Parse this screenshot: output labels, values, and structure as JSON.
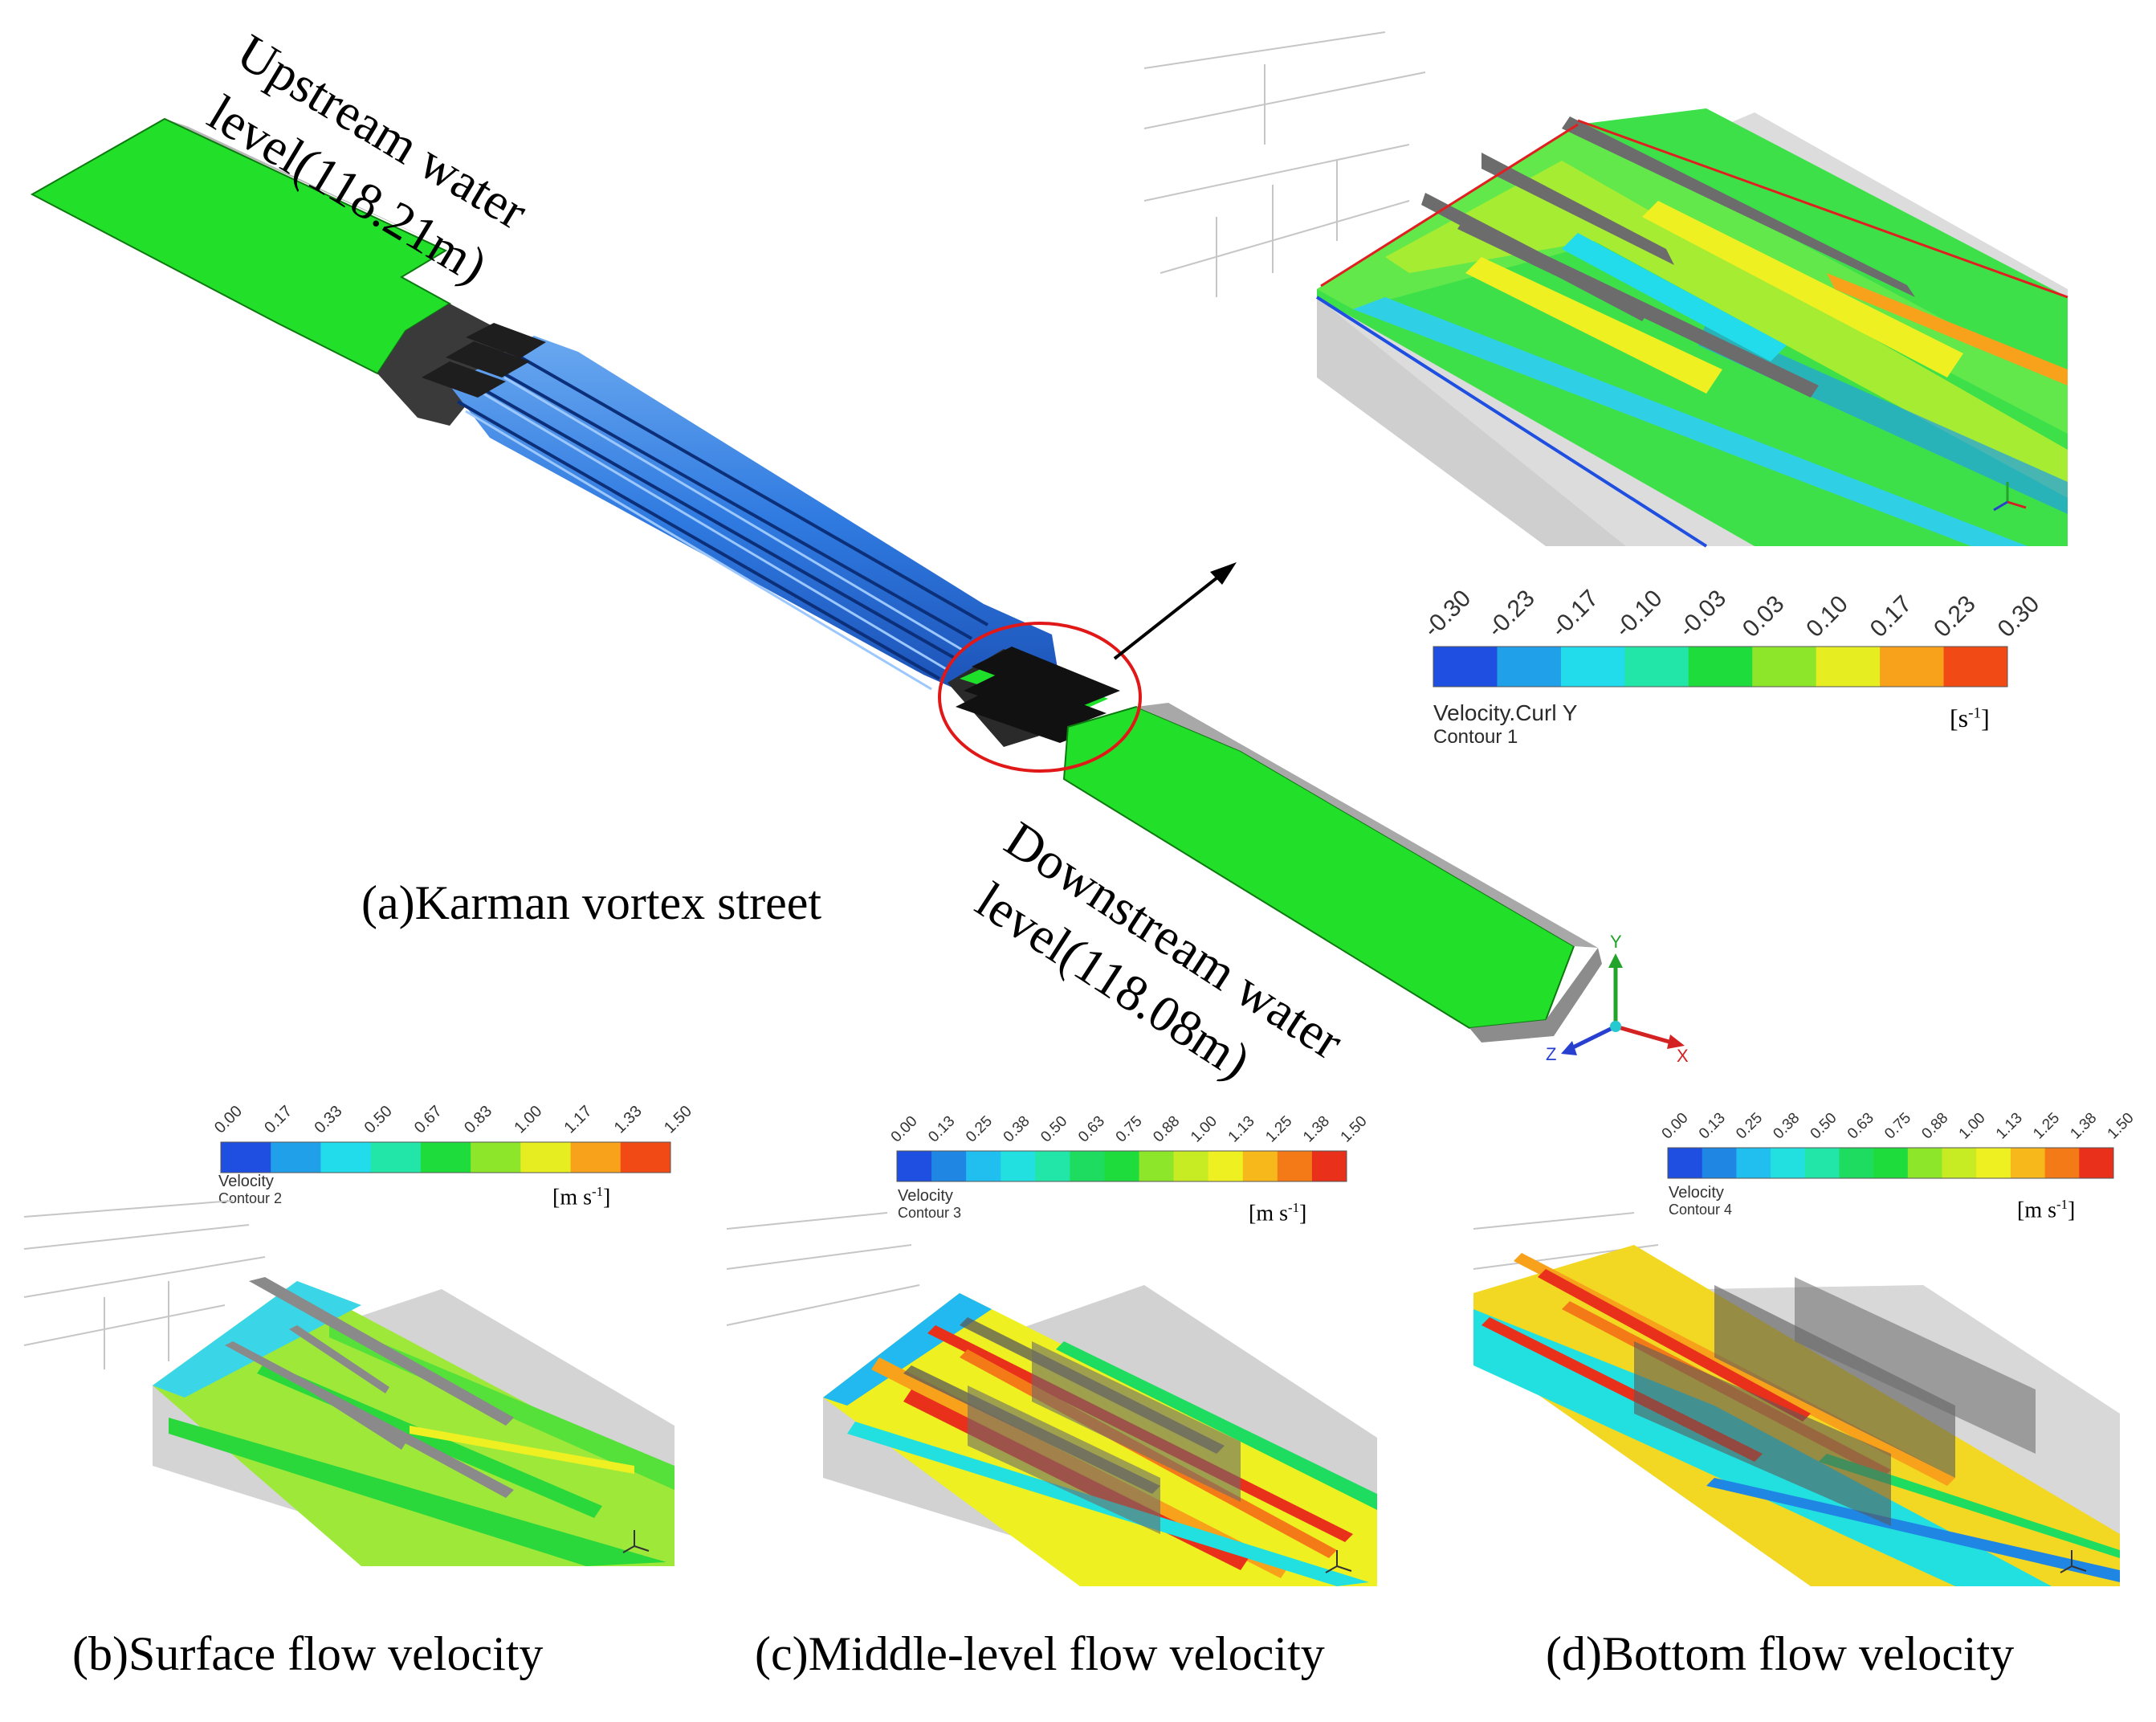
{
  "panel_a": {
    "caption": "(a)Karman vortex street",
    "upstream_line1": "Upstream water",
    "upstream_line2": "level(118.21m)",
    "downstream_line1": "Downstream water",
    "downstream_line2": "level(118.08m)",
    "axis_labels": {
      "x": "X",
      "y": "Y",
      "z": "Z"
    },
    "legend": {
      "ticks": [
        "-0.30",
        "-0.23",
        "-0.17",
        "-0.10",
        "-0.03",
        "0.03",
        "0.10",
        "0.17",
        "0.23",
        "0.30"
      ],
      "colors": [
        "#1f4fe0",
        "#1fa0e8",
        "#22dcec",
        "#22e6a8",
        "#1edc3c",
        "#8ee62a",
        "#e6ee22",
        "#f7a21a",
        "#f24a14"
      ],
      "title": "Velocity.Curl Y",
      "subtitle": "Contour 1",
      "unit": "[s-1]"
    }
  },
  "panel_b": {
    "caption": "(b)Surface flow velocity",
    "legend": {
      "ticks": [
        "0.00",
        "0.17",
        "0.33",
        "0.50",
        "0.67",
        "0.83",
        "1.00",
        "1.17",
        "1.33",
        "1.50"
      ],
      "colors": [
        "#1f4fe0",
        "#1fa0e8",
        "#22dcec",
        "#22e6a8",
        "#1edc3c",
        "#8ee62a",
        "#e6ee22",
        "#f7a21a",
        "#f24a14"
      ],
      "title": "Velocity",
      "subtitle": "Contour 2",
      "unit": "[m s-1]"
    }
  },
  "panel_c": {
    "caption": "(c)Middle-level flow velocity",
    "legend": {
      "ticks": [
        "0.00",
        "0.13",
        "0.25",
        "0.38",
        "0.50",
        "0.63",
        "0.75",
        "0.88",
        "1.00",
        "1.13",
        "1.25",
        "1.38",
        "1.50"
      ],
      "colors": [
        "#1f4fe0",
        "#1f86e4",
        "#20bff0",
        "#22e0e0",
        "#22e6a8",
        "#1edc60",
        "#1edc3c",
        "#8ee62a",
        "#c8ec24",
        "#eef022",
        "#f7b81c",
        "#f47a18",
        "#e8301a"
      ],
      "title": "Velocity",
      "subtitle": "Contour 3",
      "unit": "[m s-1]"
    }
  },
  "panel_d": {
    "caption": "(d)Bottom flow velocity",
    "legend": {
      "ticks": [
        "0.00",
        "0.13",
        "0.25",
        "0.38",
        "0.50",
        "0.63",
        "0.75",
        "0.88",
        "1.00",
        "1.13",
        "1.25",
        "1.38",
        "1.50"
      ],
      "colors": [
        "#1f4fe0",
        "#1f86e4",
        "#20bff0",
        "#22e0e0",
        "#22e6a8",
        "#1edc60",
        "#1edc3c",
        "#8ee62a",
        "#c8ec24",
        "#eef022",
        "#f7b81c",
        "#f47a18",
        "#e8301a"
      ],
      "title": "Velocity",
      "subtitle": "Contour 4",
      "unit": "[m s-1]"
    }
  }
}
